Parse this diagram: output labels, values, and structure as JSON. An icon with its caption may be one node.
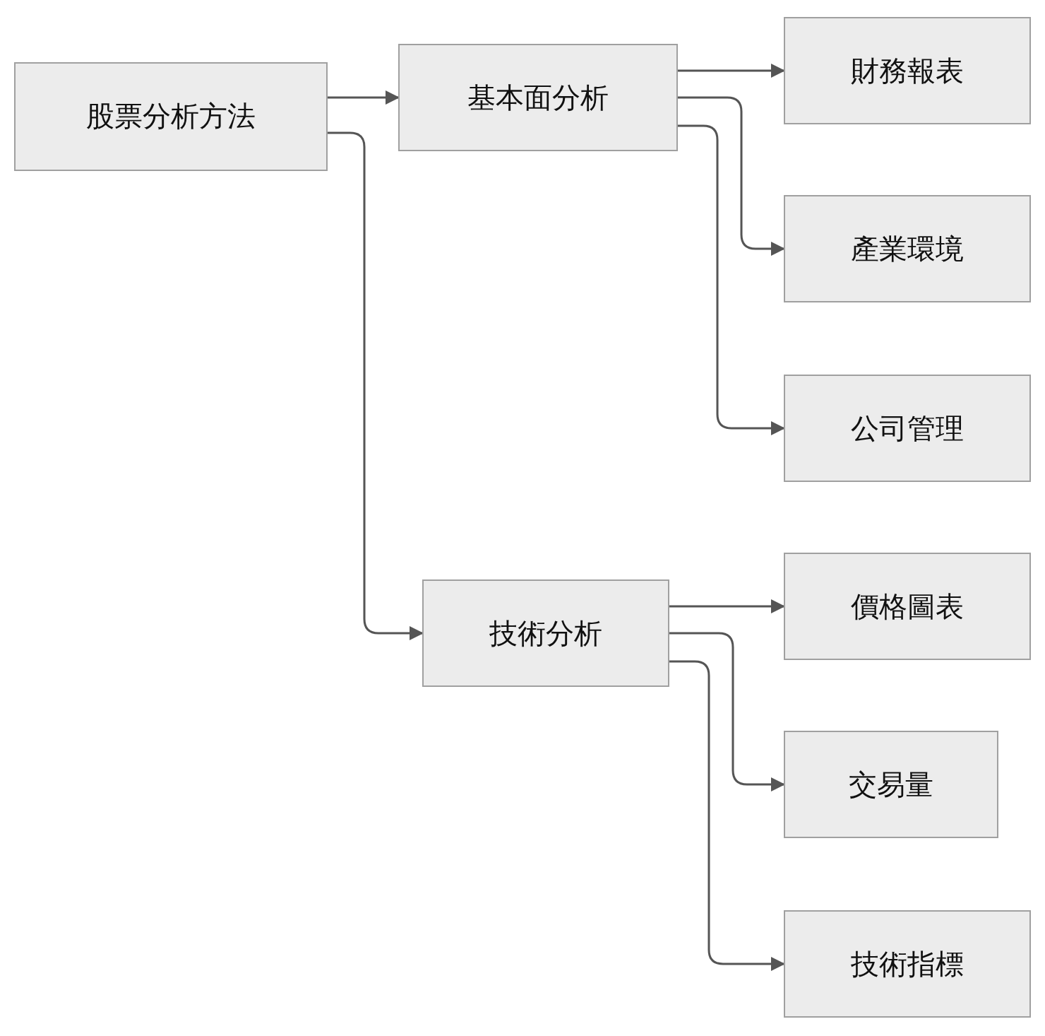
{
  "diagram": {
    "nodes": [
      {
        "text": [
          "股票分析方法"
        ]
      },
      {
        "text": [
          "基本面分析"
        ]
      },
      {
        "text": [
          "財務報表"
        ]
      },
      {
        "text": [
          "產業環境"
        ]
      },
      {
        "text": [
          "公司管理"
        ]
      },
      {
        "text": [
          "技術分析"
        ]
      },
      {
        "text": [
          "價格圖表"
        ]
      },
      {
        "text": [
          "交易量"
        ]
      },
      {
        "text": [
          "技術指標"
        ]
      }
    ],
    "edges": [
      {
        "from": 0,
        "to": 1,
        "arrow": "to"
      },
      {
        "from": 0,
        "to": 5,
        "arrow": "to"
      },
      {
        "from": 1,
        "to": 2,
        "arrow": "to"
      },
      {
        "from": 1,
        "to": 3,
        "arrow": "to"
      },
      {
        "from": 1,
        "to": 4,
        "arrow": "to"
      },
      {
        "from": 5,
        "to": 6,
        "arrow": "to"
      },
      {
        "from": 5,
        "to": 7,
        "arrow": "to"
      },
      {
        "from": 5,
        "to": 8,
        "arrow": "to"
      }
    ]
  }
}
